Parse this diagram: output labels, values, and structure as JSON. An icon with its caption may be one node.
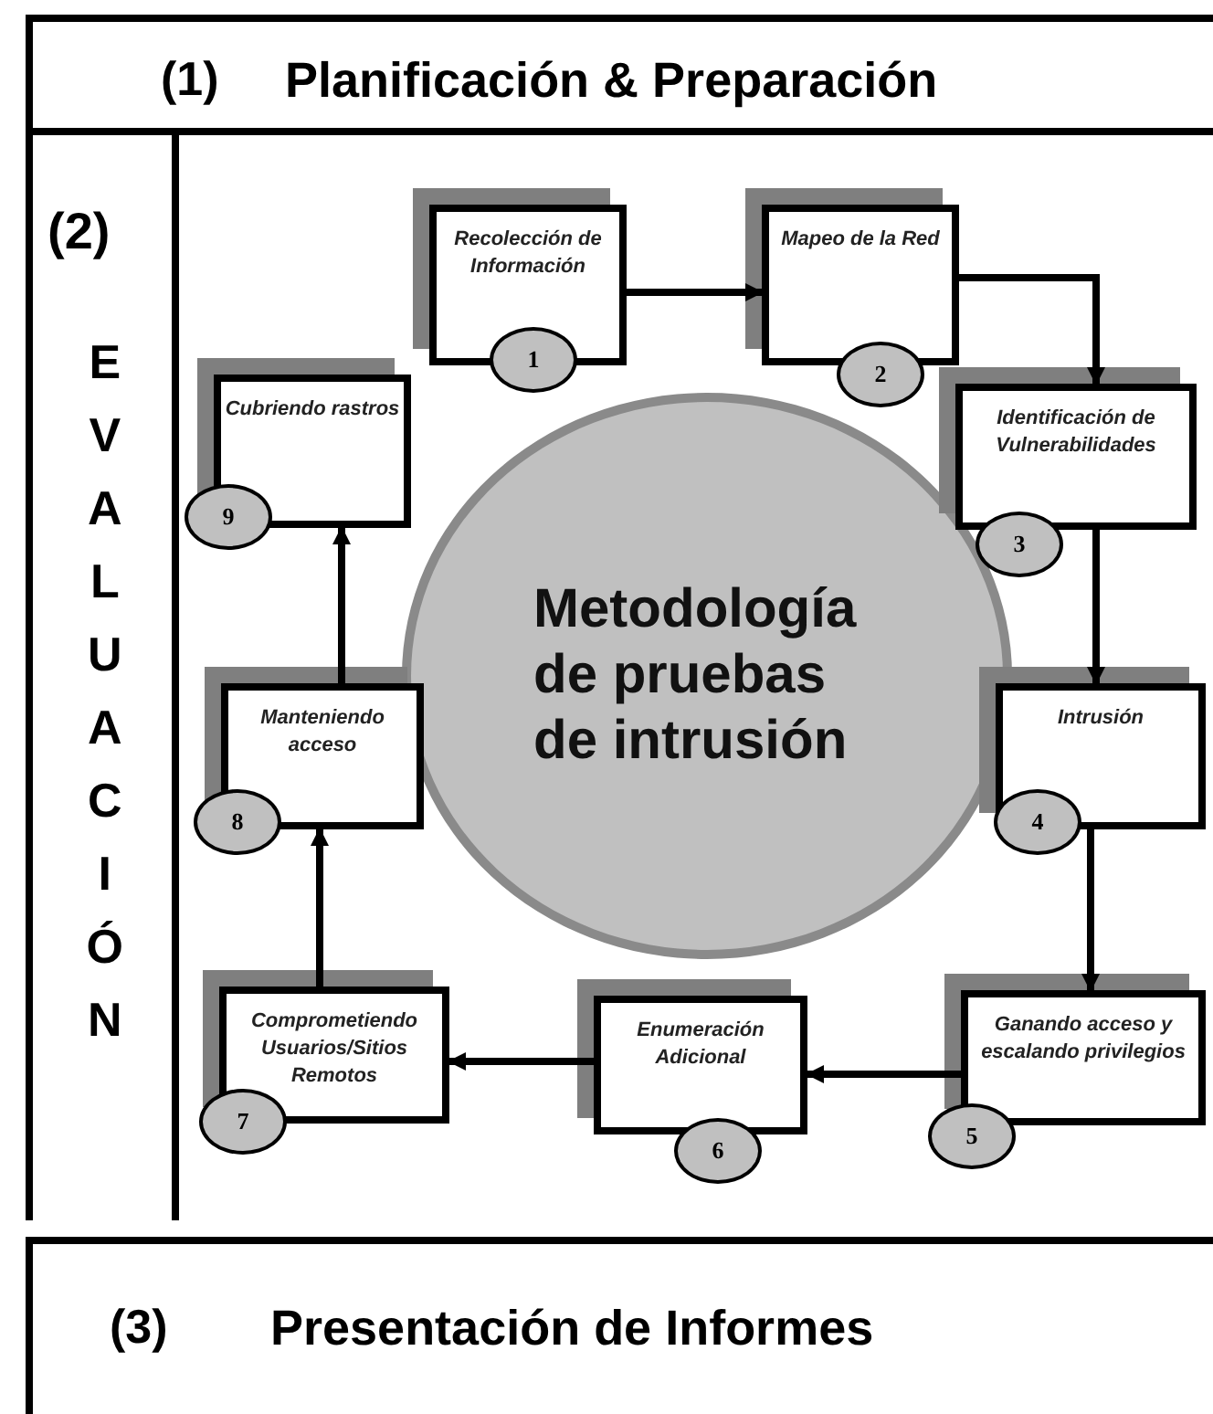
{
  "diagram": {
    "nodes": [
      {
        "text": [
          "(1)",
          "Planificación & Preparación"
        ]
      },
      {
        "text": [
          "(2)",
          "EVALUACIÓN"
        ]
      },
      {
        "text": [
          "Recolección de Información"
        ]
      },
      {
        "text": [
          "Mapeo de la Red"
        ]
      },
      {
        "text": [
          "Identificación de Vulnerabilidades"
        ]
      },
      {
        "text": [
          "Intrusión"
        ]
      },
      {
        "text": [
          "Ganando acceso y escalando privilegios"
        ]
      },
      {
        "text": [
          "Enumeración Adicional"
        ]
      },
      {
        "text": [
          "Comprometiendo Usuarios/Sitios Remotos"
        ]
      },
      {
        "text": [
          "Manteniendo acceso"
        ]
      },
      {
        "text": [
          "Cubriendo rastros"
        ]
      },
      {
        "text": [
          "1"
        ]
      },
      {
        "text": [
          "2"
        ]
      },
      {
        "text": [
          "3"
        ]
      },
      {
        "text": [
          "4"
        ]
      },
      {
        "text": [
          "5"
        ]
      },
      {
        "text": [
          "6"
        ]
      },
      {
        "text": [
          "7"
        ]
      },
      {
        "text": [
          "8"
        ]
      },
      {
        "text": [
          "9"
        ]
      },
      {
        "text": [
          "Metodología de pruebas de intrusión"
        ]
      },
      {
        "text": [
          "(3)",
          "Presentación de Informes"
        ]
      }
    ],
    "edges": [
      {
        "from": 2,
        "to": 3,
        "arrow": "to"
      },
      {
        "from": 3,
        "to": 4,
        "arrow": "to"
      },
      {
        "from": 4,
        "to": 5,
        "arrow": "to"
      },
      {
        "from": 5,
        "to": 6,
        "arrow": "to"
      },
      {
        "from": 6,
        "to": 7,
        "arrow": "to"
      },
      {
        "from": 7,
        "to": 8,
        "arrow": "to"
      },
      {
        "from": 8,
        "to": 9,
        "arrow": "to"
      },
      {
        "from": 9,
        "to": 10,
        "arrow": "to"
      }
    ]
  }
}
